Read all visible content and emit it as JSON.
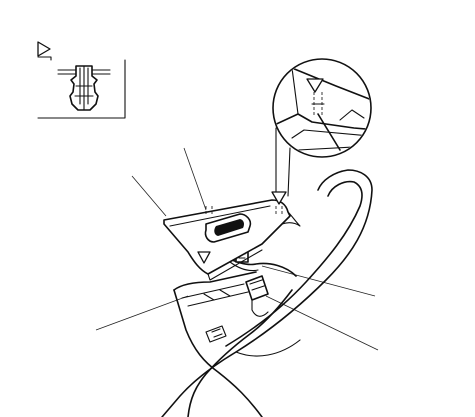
{
  "diagram": {
    "type": "technical-illustration",
    "callout_markers": [
      {
        "name": "clip-location-marker",
        "shape": "triangle"
      },
      {
        "name": "detail-marker",
        "shape": "triangle"
      }
    ],
    "leader_lines": 5,
    "colors": {
      "line": "#111111",
      "background": "#ffffff"
    }
  }
}
